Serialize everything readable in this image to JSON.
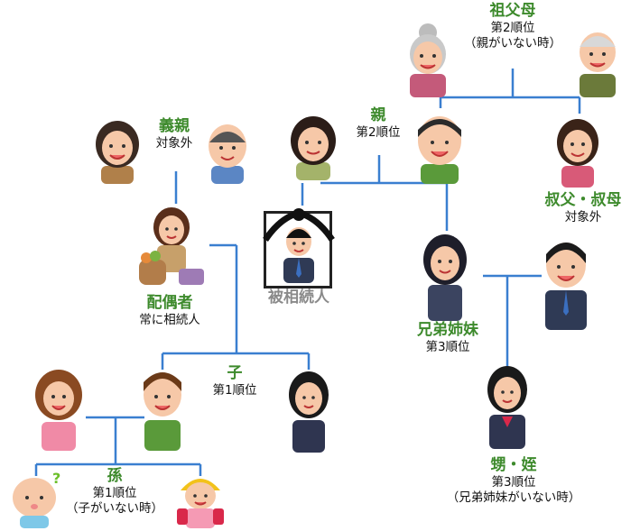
{
  "colors": {
    "line": "#3a7fd0",
    "label_green": "#3d8a2c",
    "label_gray": "#8a8a8a"
  },
  "labels": {
    "grandparents": {
      "title": "祖父母",
      "line1": "第2順位",
      "line2": "（親がいない時）"
    },
    "parents_in_law": {
      "title": "義親",
      "line1": "対象外"
    },
    "parents": {
      "title": "親",
      "line1": "第2順位"
    },
    "uncle_aunt": {
      "title": "叔父・叔母",
      "line1": "対象外"
    },
    "deceased": {
      "title": "被相続人"
    },
    "spouse": {
      "title": "配偶者",
      "line1": "常に相続人"
    },
    "siblings": {
      "title": "兄弟姉妹",
      "line1": "第3順位"
    },
    "children": {
      "title": "子",
      "line1": "第1順位"
    },
    "grandchildren": {
      "title": "孫",
      "line1": "第1順位",
      "line2": "（子がいない時）"
    },
    "nieces_nephews": {
      "title": "甥・姪",
      "line1": "第3順位",
      "line2": "（兄弟姉妹がいない時）"
    }
  },
  "figures": [
    "grandmother",
    "grandfather",
    "mother-in-law",
    "father-in-law",
    "mother",
    "father",
    "aunt",
    "spouse",
    "deceased",
    "sister",
    "brother",
    "daughter-in-law",
    "son",
    "daughter",
    "grandson",
    "granddaughter",
    "niece"
  ]
}
